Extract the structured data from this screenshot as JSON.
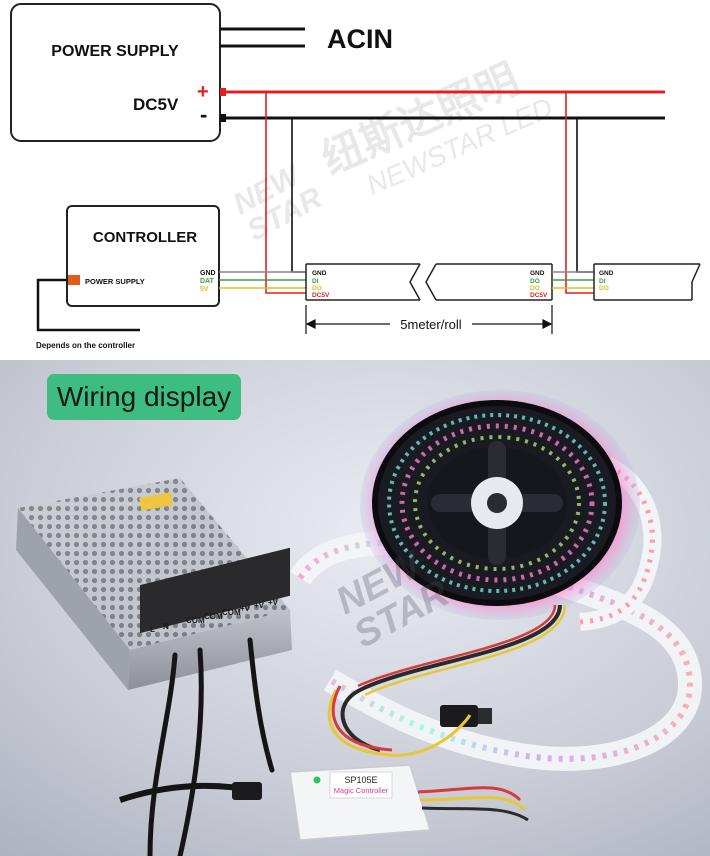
{
  "diagram": {
    "power_supply": {
      "title": "POWER SUPPLY",
      "output_label": "DC5V",
      "plus": "+",
      "minus": "-"
    },
    "acin_label": "ACIN",
    "controller": {
      "title": "CONTROLLER",
      "port_label": "POWER SUPPLY",
      "pins": [
        "GND",
        "DAT",
        "5V"
      ]
    },
    "strip_1_input_pins": [
      "GND",
      "DI",
      "DO",
      "DC5V"
    ],
    "strip_1_output_pins": [
      "GND",
      "DO",
      "DO",
      "DC5V"
    ],
    "strip_2_input_pins": [
      "GND",
      "DI",
      "DO"
    ],
    "length_label": "5meter/roll",
    "depends_note": "Depends on the controller",
    "watermark": {
      "line1": "NEW",
      "line2": "STAR",
      "chinese": "纽斯达照明",
      "english": "NEWSTAR LED"
    },
    "colors": {
      "red_wire": "#e02020",
      "black_wire": "#1a1a1a",
      "green_wire": "#3aa040",
      "yellow_wire": "#e0c020",
      "orange_port": "#e05a1c"
    }
  },
  "photo": {
    "badge_label": "Wiring display",
    "badge_color": "#3dbd82",
    "power_supply_terminal_labels": [
      "L",
      "N",
      "COM",
      "COM",
      "COM",
      "+V",
      "+V",
      "+V"
    ],
    "controller_model": "SP105E",
    "controller_name": "Magic Controller",
    "watermark": {
      "line1": "NEW",
      "line2": "STAR"
    }
  }
}
